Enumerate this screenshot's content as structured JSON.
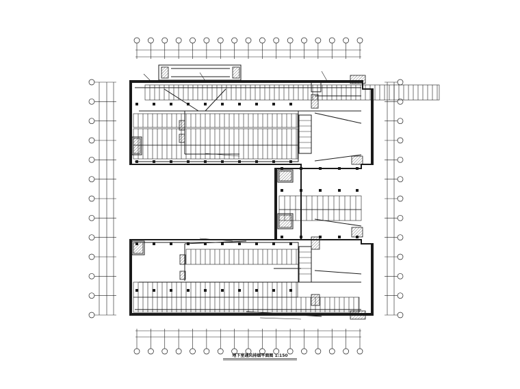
{
  "drawing": {
    "title": "地下室通风排烟平面图 1:150"
  },
  "grid": {
    "top_axis_count": 17,
    "bottom_axis_count": 17,
    "left_axis_count": 13,
    "right_axis_count": 13
  },
  "colors": {
    "ink": "#1a1a1a",
    "background": "#ffffff"
  }
}
